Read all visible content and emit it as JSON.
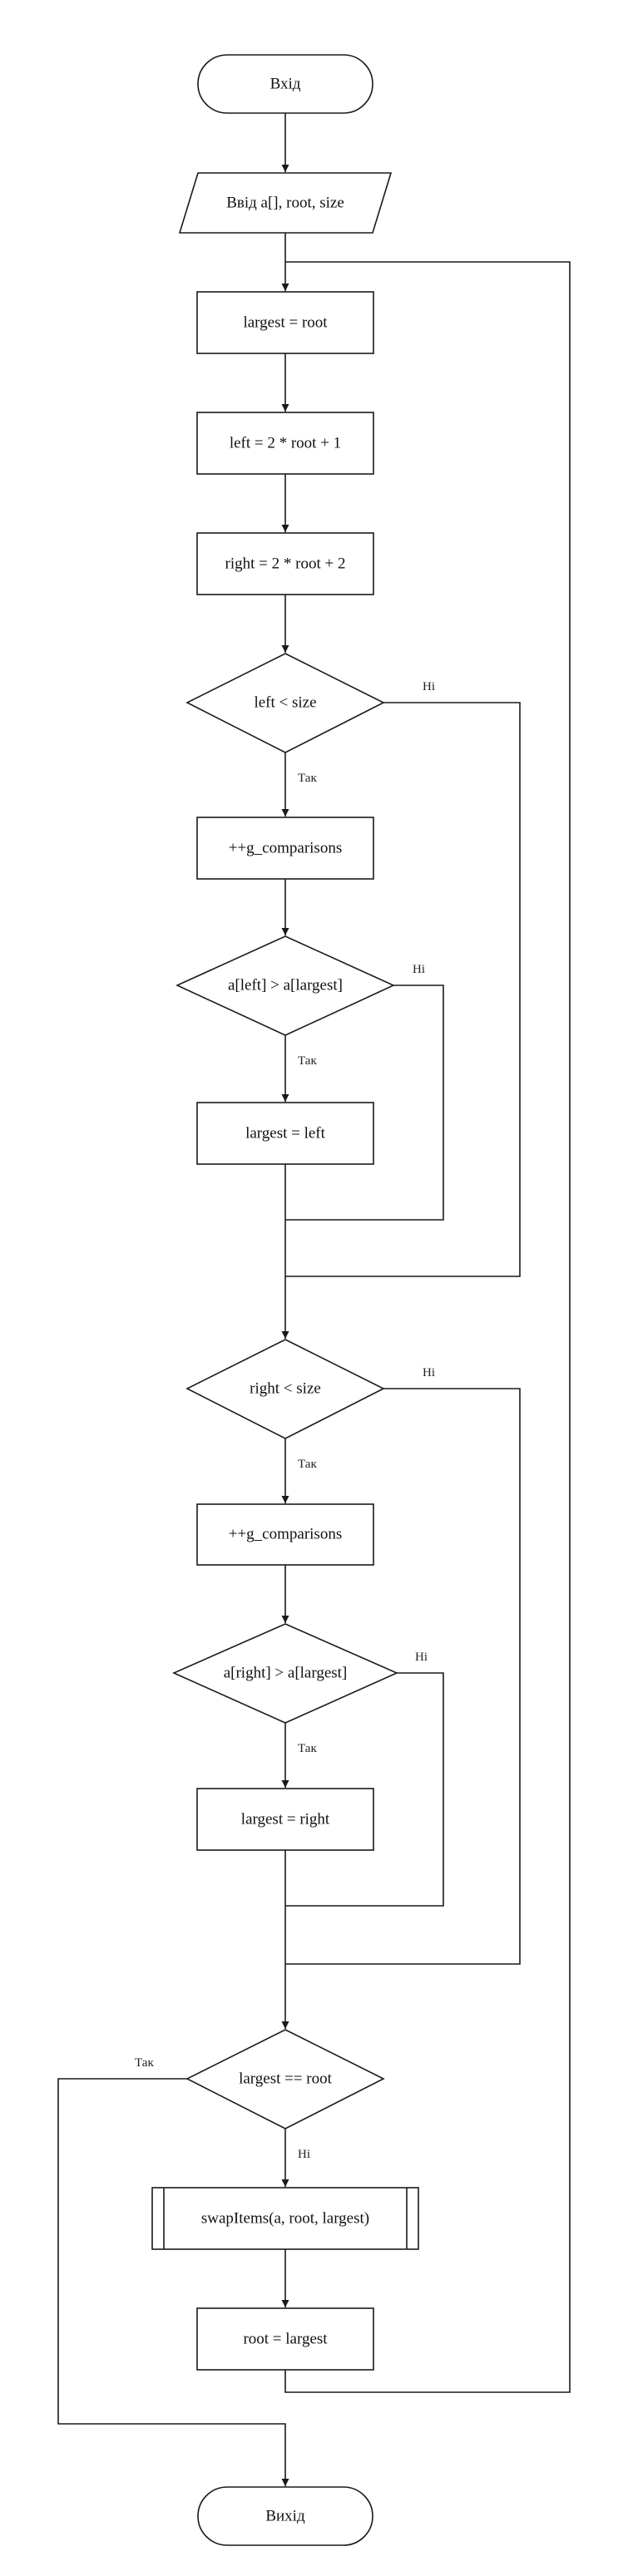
{
  "nodes": {
    "start": "Вхід",
    "input": "Ввід a[], root, size",
    "largest_root": "largest = root",
    "left_calc": "left = 2 * root + 1",
    "right_calc": "right = 2 * root + 2",
    "cond_left_size": "left < size",
    "comp_inc_1": "++g_comparisons",
    "cond_left_greater": "a[left] > a[largest]",
    "largest_left": "largest = left",
    "cond_right_size": "right < size",
    "comp_inc_2": "++g_comparisons",
    "cond_right_greater": "a[right] > a[largest]",
    "largest_right": "largest = right",
    "cond_largest_root": "largest == root",
    "swap": "swapItems(a, root, largest)",
    "root_largest": "root = largest",
    "end": "Вихід"
  },
  "edge_labels": {
    "yes": "Так",
    "no": "Ні"
  }
}
